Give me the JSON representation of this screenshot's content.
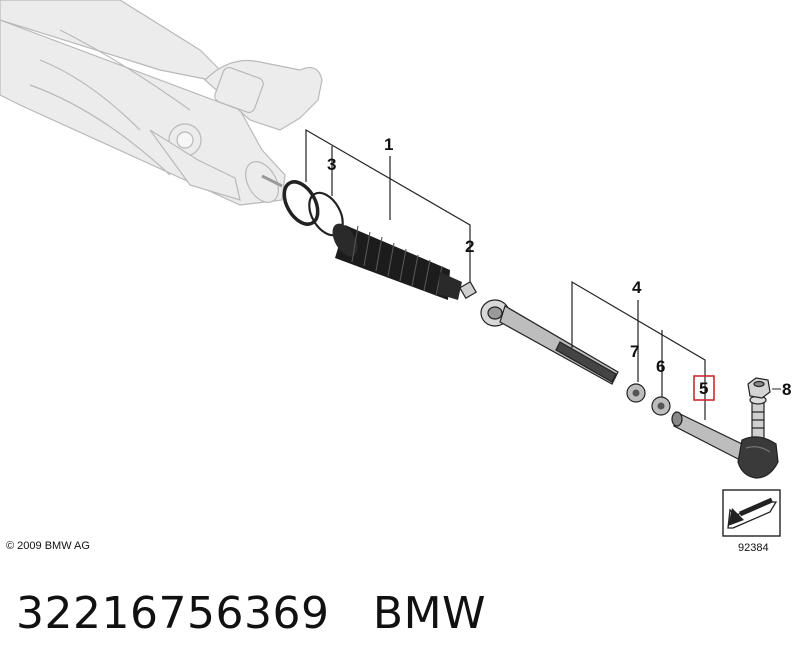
{
  "diagram": {
    "callouts": {
      "c1": "1",
      "c2": "2",
      "c3": "3",
      "c4": "4",
      "c5": "5",
      "c6": "6",
      "c7": "7",
      "c8": "8"
    },
    "highlighted_callout": "5",
    "highlight_color": "#cc2b2b",
    "copyright": "© 2009 BMW AG",
    "figure_number": "92384",
    "nav_icon": "arrow-symbol-icon"
  },
  "footer": {
    "part_number": "32216756369",
    "brand": "BMW"
  }
}
